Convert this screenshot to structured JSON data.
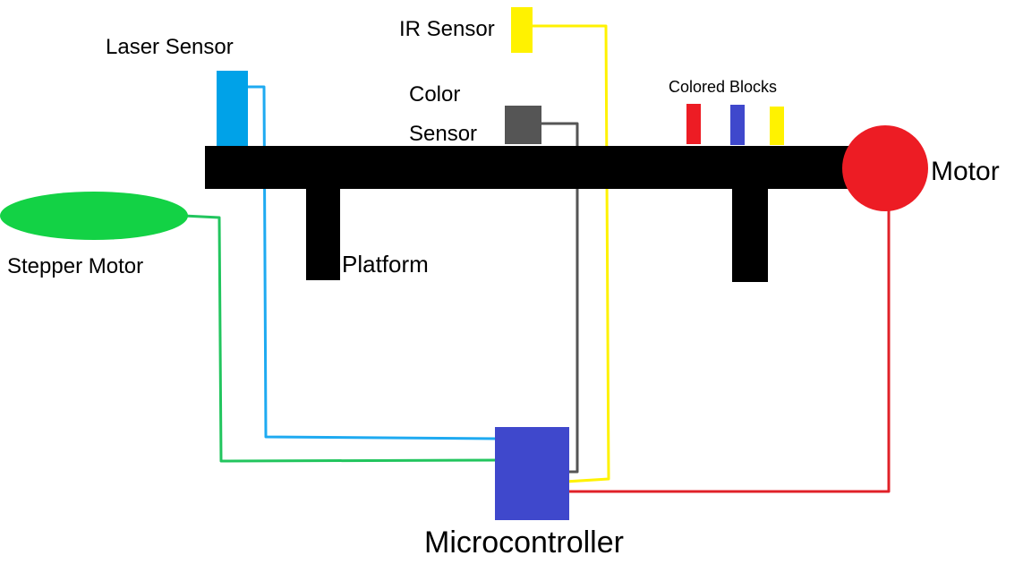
{
  "labels": {
    "laser_sensor": "Laser Sensor",
    "ir_sensor": "IR Sensor",
    "color_sensor_line1": "Color",
    "color_sensor_line2": "Sensor",
    "colored_blocks": "Colored Blocks",
    "motor": "Motor",
    "stepper_motor": "Stepper Motor",
    "platform": "Platform",
    "microcontroller": "Microcontroller"
  },
  "colors": {
    "conveyor": "#000000",
    "laser_sensor": "#00a2e8",
    "ir_sensor": "#fff200",
    "color_sensor": "#555555",
    "stepper_motor": "#13d245",
    "motor": "#ed1c24",
    "microcontroller": "#3f48cc",
    "block_red": "#ed1c24",
    "block_blue": "#3f48cc",
    "block_yellow": "#fff200",
    "wire_green": "#22c55e",
    "wire_blue": "#1eaaf1",
    "wire_gray": "#555555",
    "wire_yellow": "#fff200",
    "wire_red": "#e02128"
  }
}
